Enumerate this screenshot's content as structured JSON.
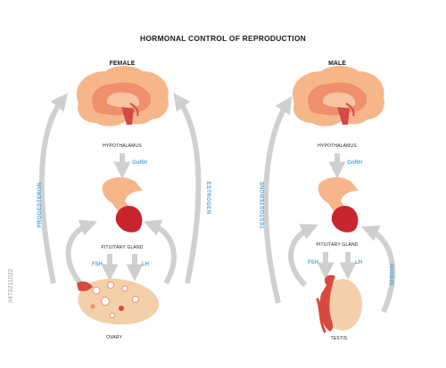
{
  "title": "HORMONAL CONTROL OF REPRODUCTION",
  "female": {
    "heading": "FEMALE",
    "hypothalamus": "HYPOTHALAMUS",
    "gnrh": "GnRH",
    "pituitary": "PITUITARY GLAND",
    "fsh": "FSH",
    "lh": "LH",
    "gonad": "OVARY",
    "left_hormone": "PROGESTERON",
    "right_hormone": "ESTROGEN"
  },
  "male": {
    "heading": "MALE",
    "hypothalamus": "HYPOTHALAMUS",
    "gnrh": "GnRH",
    "pituitary": "PITUITARY GLAND",
    "fsh": "FSH",
    "lh": "LH",
    "gonad": "TESTIS",
    "left_hormone": "TESTOSTERONE",
    "right_hormone": "INHIBIN"
  },
  "stock_id": "#473211022",
  "colors": {
    "brain_outer": "#f7b58a",
    "brain_inner": "#ef8f6c",
    "brain_core": "#d44a48",
    "gland": "#c9252f",
    "ovary": "#f3cfaa",
    "testis": "#f3cfaa",
    "epididymis": "#d84a3f",
    "arrow": "#cfcfcf",
    "hormone_text": "#5aa5d8"
  }
}
